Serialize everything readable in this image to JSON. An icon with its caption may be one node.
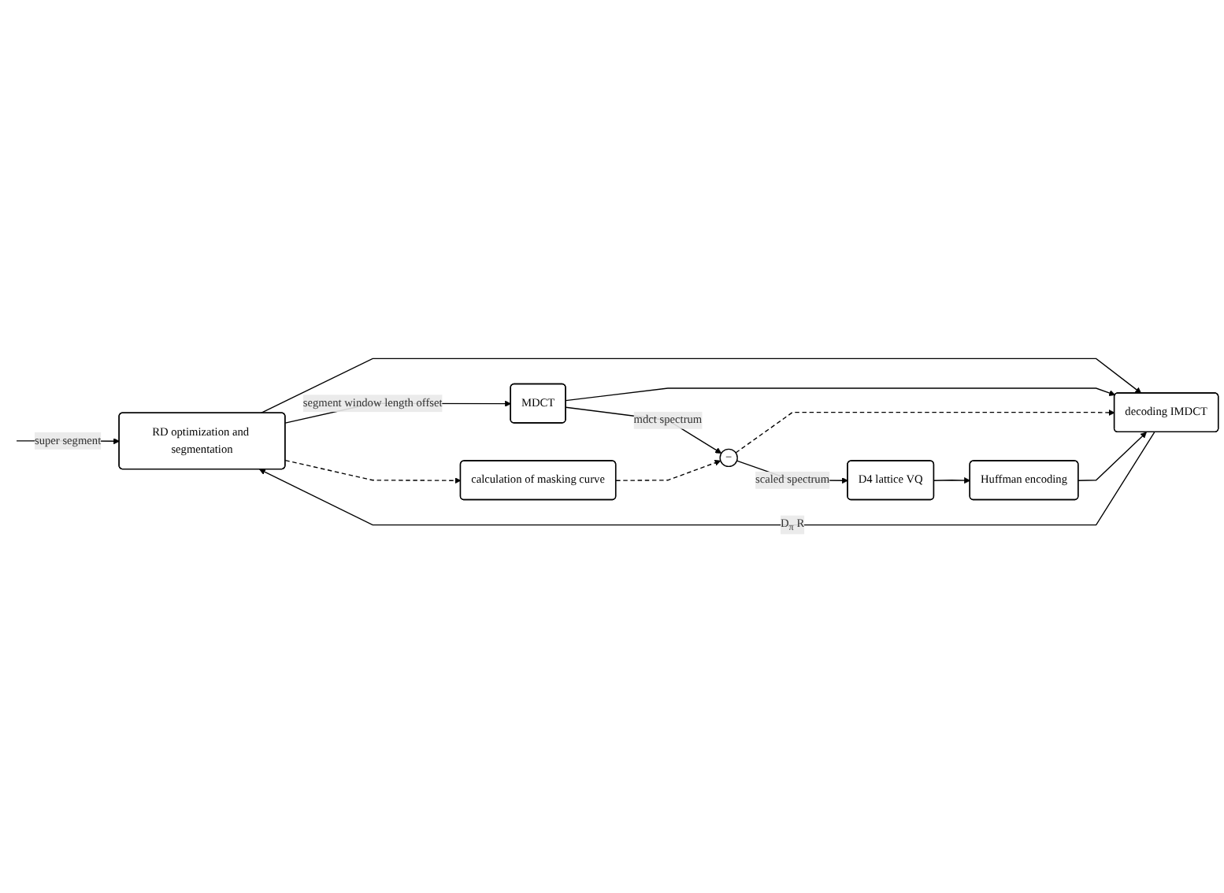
{
  "diagram": {
    "nodes": [
      {
        "text": [
          "RD optimization and segmentation"
        ]
      },
      {
        "text": [
          "decoding IMDCT"
        ]
      },
      {
        "text": [
          "MDCT"
        ]
      },
      {
        "text": [
          "−"
        ]
      },
      {
        "text": [
          "D4 lattice VQ"
        ]
      },
      {
        "text": [
          "Huffman encoding"
        ]
      },
      {
        "text": [
          "calculation of masking curve"
        ]
      }
    ],
    "edges": [
      {
        "from": null,
        "to": 0,
        "arrow": "to",
        "label": "super segment"
      },
      {
        "from": 0,
        "to": 2,
        "arrow": "to",
        "label": "segment window length offset"
      },
      {
        "from": 0,
        "to": 1,
        "arrow": "to"
      },
      {
        "from": 0,
        "to": 6,
        "arrow": "to",
        "style": "dashed"
      },
      {
        "from": 2,
        "to": 3,
        "arrow": "to",
        "label": "mdct spectrum"
      },
      {
        "from": 2,
        "to": 1,
        "arrow": "to"
      },
      {
        "from": 3,
        "to": 4,
        "arrow": "to",
        "label": "scaled spectrum"
      },
      {
        "from": 3,
        "to": 1,
        "arrow": "to",
        "style": "dashed"
      },
      {
        "from": 6,
        "to": 3,
        "arrow": "to",
        "style": "dashed"
      },
      {
        "from": 4,
        "to": 5,
        "arrow": "to"
      },
      {
        "from": 5,
        "to": 1,
        "arrow": "to"
      },
      {
        "from": 1,
        "to": 0,
        "arrow": "to",
        "label": "D$_{π}$ R"
      }
    ]
  }
}
